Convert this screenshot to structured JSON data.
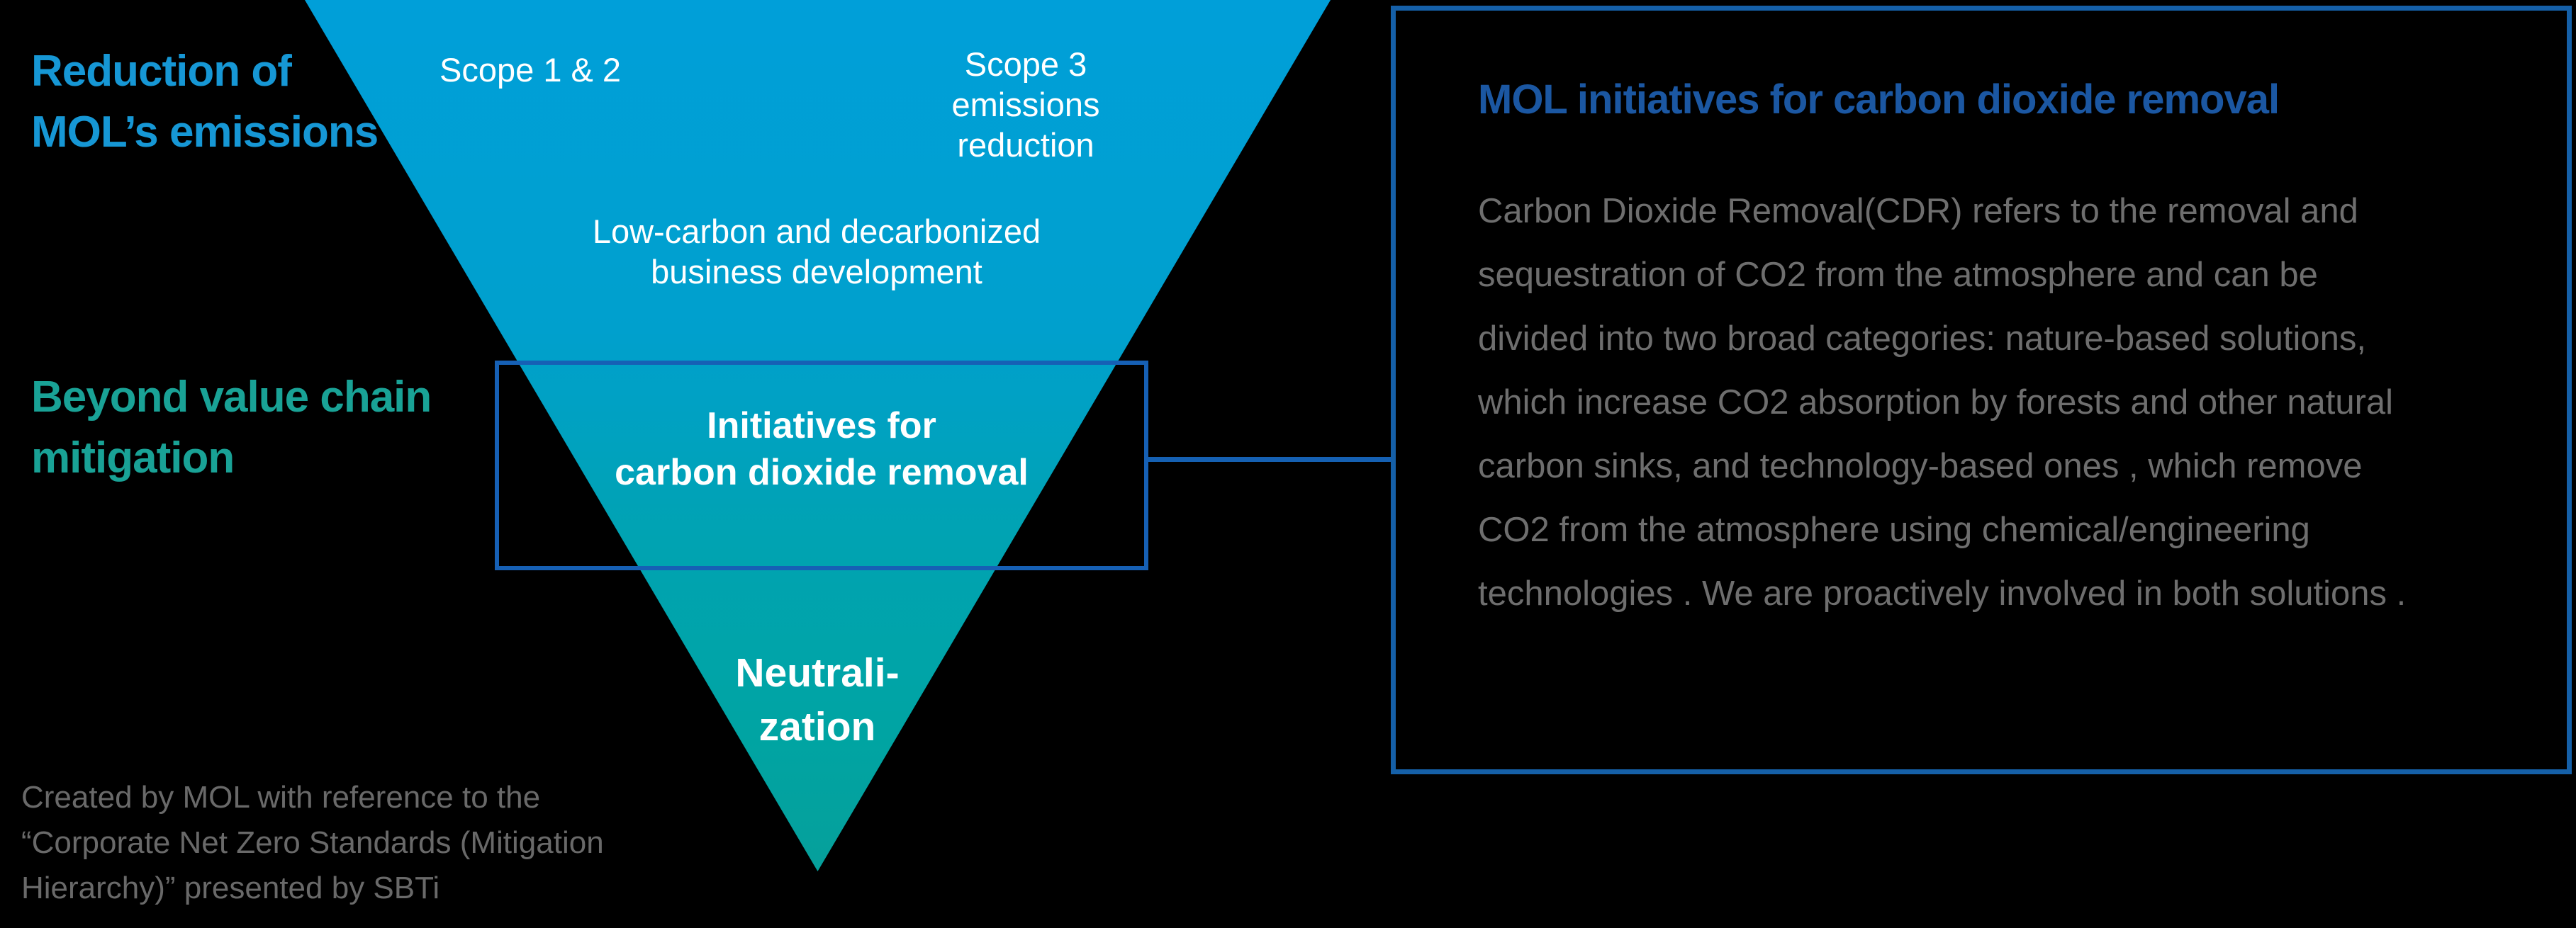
{
  "colors": {
    "background": "#000000",
    "funnel_gradient_top": "#009fd9",
    "funnel_gradient_bottom": "#00a4a3",
    "reduction_label": "#1697d5",
    "beyond_label": "#19a296",
    "panel_border": "#1560a8",
    "panel_title": "#1b57a2",
    "box_border": "#1660b5",
    "body_text": "#6e6e6e",
    "citation_text": "#696969",
    "funnel_text": "#ffffff"
  },
  "left_labels": {
    "reduction": {
      "line1": "Reduction of",
      "line2": "MOL’s emissions"
    },
    "beyond": {
      "line1": "Beyond value chain",
      "line2": "mitigation"
    }
  },
  "funnel": {
    "scope12": "Scope 1 & 2",
    "scope3": [
      "Scope 3",
      "emissions",
      "reduction"
    ],
    "low_carbon": [
      "Low-carbon and decarbonized",
      "business development"
    ],
    "cdr_box": [
      "Initiatives for",
      "carbon dioxide removal"
    ],
    "neutralization": [
      "Neutrali-",
      "zation"
    ]
  },
  "panel": {
    "title": "MOL initiatives for carbon dioxide removal",
    "body_lines": [
      "Carbon Dioxide Removal(CDR) refers to the removal and",
      "sequestration of CO2 from the atmosphere and can be",
      "divided into two broad categories: nature-based solutions,",
      "which increase CO2 absorption by forests and other natural",
      "carbon sinks, and technology-based ones , which remove",
      "CO2 from the atmosphere using chemical/engineering",
      "technologies . We are proactively involved in both solutions ."
    ]
  },
  "citation": [
    "Created by MOL with reference to the",
    "“Corporate Net Zero Standards (Mitigation",
    "Hierarchy)” presented by SBTi"
  ]
}
